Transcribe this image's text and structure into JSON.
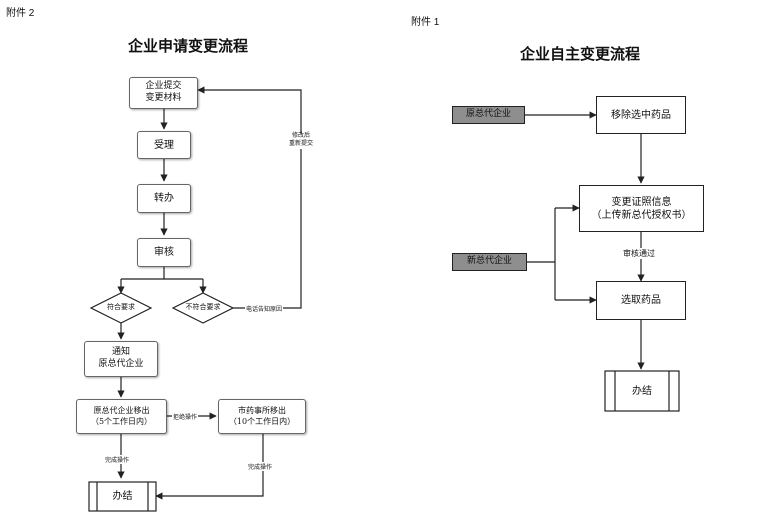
{
  "left": {
    "annex_label": "附件 2",
    "title": "企业申请变更流程",
    "nodes": {
      "submit": [
        "企业提交",
        "变更材料"
      ],
      "accept": "受理",
      "transfer": "转办",
      "review": "审核",
      "meets": "符合要求",
      "not_meets": "不符合要求",
      "notify": [
        "通知",
        "原总代企业"
      ],
      "agent_remove": [
        "原总代企业移出",
        "（5个工作日内）"
      ],
      "bureau_remove": [
        "市药事所移出",
        "（10个工作日内）"
      ],
      "finish": "办结"
    },
    "edge_labels": {
      "resubmit": [
        "修改后",
        "重新提交"
      ],
      "phone": "电话告知原因",
      "refuse": "拒绝操作",
      "done_left": "完成操作",
      "done_right": "完成操作"
    }
  },
  "right": {
    "annex_label": "附件 1",
    "title": "企业自主变更流程",
    "nodes": {
      "old_agent": "原总代企业",
      "remove_drug": "移除选中药品",
      "change_cert": [
        "变更证照信息",
        "（上传新总代授权书）"
      ],
      "new_agent": "新总代企业",
      "select_drug": "选取药品",
      "finish": "办结"
    },
    "edge_labels": {
      "review_pass": "审核通过"
    }
  },
  "colors": {
    "line": "#222222",
    "gray_box": "#8e8e8e"
  }
}
